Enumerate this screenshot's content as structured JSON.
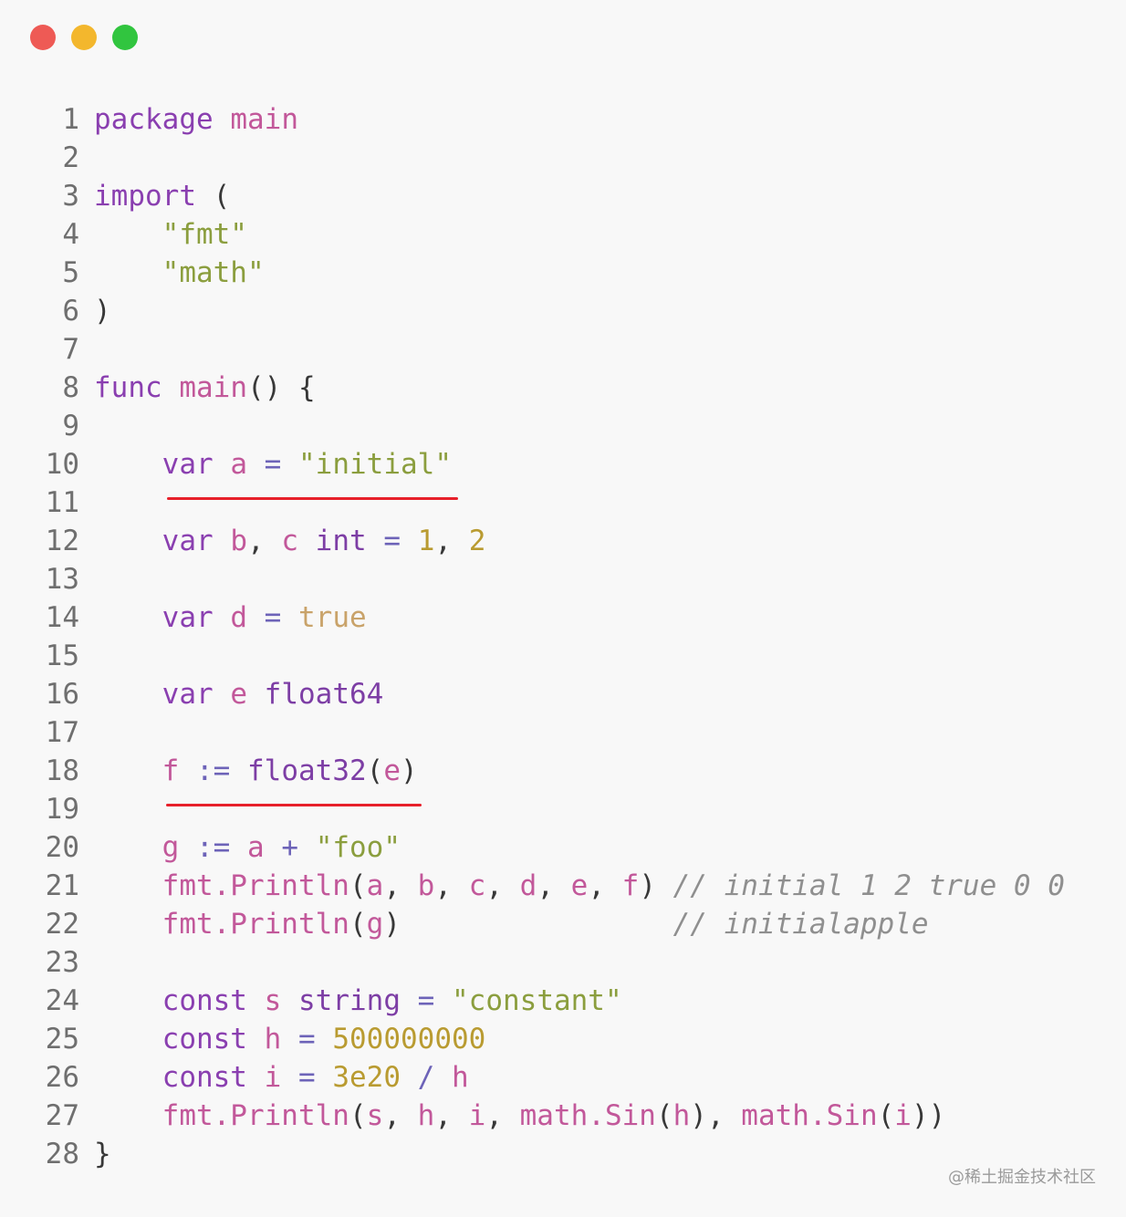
{
  "window": {
    "traffic_lights": [
      {
        "name": "close",
        "color": "#ee5a55"
      },
      {
        "name": "minimize",
        "color": "#f3b72d"
      },
      {
        "name": "maximize",
        "color": "#31c53f"
      }
    ]
  },
  "colors": {
    "keyword": "#8a3fb0",
    "identifier": "#c2589a",
    "string": "#8b9e3e",
    "number": "#b99b31",
    "comment": "#8f8f8f",
    "underline": "#e7202a"
  },
  "code": {
    "lines": [
      {
        "num": "1",
        "parts": [
          {
            "t": "package",
            "c": "kw"
          },
          {
            "t": " "
          },
          {
            "t": "main",
            "c": "id"
          }
        ]
      },
      {
        "num": "2",
        "parts": []
      },
      {
        "num": "3",
        "parts": [
          {
            "t": "import",
            "c": "kw"
          },
          {
            "t": " ("
          }
        ]
      },
      {
        "num": "4",
        "parts": [
          {
            "t": "    "
          },
          {
            "t": "\"fmt\"",
            "c": "str"
          }
        ]
      },
      {
        "num": "5",
        "parts": [
          {
            "t": "    "
          },
          {
            "t": "\"math\"",
            "c": "str"
          }
        ]
      },
      {
        "num": "6",
        "parts": [
          {
            "t": ")"
          }
        ]
      },
      {
        "num": "7",
        "parts": []
      },
      {
        "num": "8",
        "parts": [
          {
            "t": "func",
            "c": "kw"
          },
          {
            "t": " "
          },
          {
            "t": "main",
            "c": "id"
          },
          {
            "t": "() {"
          }
        ]
      },
      {
        "num": "9",
        "parts": []
      },
      {
        "num": "10",
        "parts": [
          {
            "t": "    "
          },
          {
            "t": "var",
            "c": "kw"
          },
          {
            "t": " "
          },
          {
            "t": "a",
            "c": "id"
          },
          {
            "t": " "
          },
          {
            "t": "=",
            "c": "op"
          },
          {
            "t": " "
          },
          {
            "t": "\"initial\"",
            "c": "str"
          }
        ]
      },
      {
        "num": "11",
        "parts": []
      },
      {
        "num": "12",
        "parts": [
          {
            "t": "    "
          },
          {
            "t": "var",
            "c": "kw"
          },
          {
            "t": " "
          },
          {
            "t": "b",
            "c": "id"
          },
          {
            "t": ", "
          },
          {
            "t": "c",
            "c": "id"
          },
          {
            "t": " "
          },
          {
            "t": "int",
            "c": "type"
          },
          {
            "t": " "
          },
          {
            "t": "=",
            "c": "op"
          },
          {
            "t": " "
          },
          {
            "t": "1",
            "c": "num"
          },
          {
            "t": ", "
          },
          {
            "t": "2",
            "c": "num"
          }
        ]
      },
      {
        "num": "13",
        "parts": []
      },
      {
        "num": "14",
        "parts": [
          {
            "t": "    "
          },
          {
            "t": "var",
            "c": "kw"
          },
          {
            "t": " "
          },
          {
            "t": "d",
            "c": "id"
          },
          {
            "t": " "
          },
          {
            "t": "=",
            "c": "op"
          },
          {
            "t": " "
          },
          {
            "t": "true",
            "c": "bool"
          }
        ]
      },
      {
        "num": "15",
        "parts": []
      },
      {
        "num": "16",
        "parts": [
          {
            "t": "    "
          },
          {
            "t": "var",
            "c": "kw"
          },
          {
            "t": " "
          },
          {
            "t": "e",
            "c": "id"
          },
          {
            "t": " "
          },
          {
            "t": "float64",
            "c": "type"
          }
        ]
      },
      {
        "num": "17",
        "parts": []
      },
      {
        "num": "18",
        "parts": [
          {
            "t": "    "
          },
          {
            "t": "f",
            "c": "id"
          },
          {
            "t": " "
          },
          {
            "t": ":=",
            "c": "op"
          },
          {
            "t": " "
          },
          {
            "t": "float32",
            "c": "type"
          },
          {
            "t": "("
          },
          {
            "t": "e",
            "c": "id"
          },
          {
            "t": ")"
          }
        ]
      },
      {
        "num": "19",
        "parts": []
      },
      {
        "num": "20",
        "parts": [
          {
            "t": "    "
          },
          {
            "t": "g",
            "c": "id"
          },
          {
            "t": " "
          },
          {
            "t": ":=",
            "c": "op"
          },
          {
            "t": " "
          },
          {
            "t": "a",
            "c": "id"
          },
          {
            "t": " "
          },
          {
            "t": "+",
            "c": "op"
          },
          {
            "t": " "
          },
          {
            "t": "\"foo\"",
            "c": "str"
          }
        ]
      },
      {
        "num": "21",
        "parts": [
          {
            "t": "    "
          },
          {
            "t": "fmt.Println",
            "c": "fn"
          },
          {
            "t": "("
          },
          {
            "t": "a",
            "c": "id"
          },
          {
            "t": ", "
          },
          {
            "t": "b",
            "c": "id"
          },
          {
            "t": ", "
          },
          {
            "t": "c",
            "c": "id"
          },
          {
            "t": ", "
          },
          {
            "t": "d",
            "c": "id"
          },
          {
            "t": ", "
          },
          {
            "t": "e",
            "c": "id"
          },
          {
            "t": ", "
          },
          {
            "t": "f",
            "c": "id"
          },
          {
            "t": ") "
          },
          {
            "t": "// initial 1 2 true 0 0",
            "c": "cmt"
          }
        ]
      },
      {
        "num": "22",
        "parts": [
          {
            "t": "    "
          },
          {
            "t": "fmt.Println",
            "c": "fn"
          },
          {
            "t": "("
          },
          {
            "t": "g",
            "c": "id"
          },
          {
            "t": ")                "
          },
          {
            "t": "// initialapple",
            "c": "cmt"
          }
        ]
      },
      {
        "num": "23",
        "parts": []
      },
      {
        "num": "24",
        "parts": [
          {
            "t": "    "
          },
          {
            "t": "const",
            "c": "kw"
          },
          {
            "t": " "
          },
          {
            "t": "s",
            "c": "id"
          },
          {
            "t": " "
          },
          {
            "t": "string",
            "c": "type"
          },
          {
            "t": " "
          },
          {
            "t": "=",
            "c": "op"
          },
          {
            "t": " "
          },
          {
            "t": "\"constant\"",
            "c": "str"
          }
        ]
      },
      {
        "num": "25",
        "parts": [
          {
            "t": "    "
          },
          {
            "t": "const",
            "c": "kw"
          },
          {
            "t": " "
          },
          {
            "t": "h",
            "c": "id"
          },
          {
            "t": " "
          },
          {
            "t": "=",
            "c": "op"
          },
          {
            "t": " "
          },
          {
            "t": "500000000",
            "c": "num"
          }
        ]
      },
      {
        "num": "26",
        "parts": [
          {
            "t": "    "
          },
          {
            "t": "const",
            "c": "kw"
          },
          {
            "t": " "
          },
          {
            "t": "i",
            "c": "id"
          },
          {
            "t": " "
          },
          {
            "t": "=",
            "c": "op"
          },
          {
            "t": " "
          },
          {
            "t": "3e20",
            "c": "num"
          },
          {
            "t": " "
          },
          {
            "t": "/",
            "c": "op"
          },
          {
            "t": " "
          },
          {
            "t": "h",
            "c": "id"
          }
        ]
      },
      {
        "num": "27",
        "parts": [
          {
            "t": "    "
          },
          {
            "t": "fmt.Println",
            "c": "fn"
          },
          {
            "t": "("
          },
          {
            "t": "s",
            "c": "id"
          },
          {
            "t": ", "
          },
          {
            "t": "h",
            "c": "id"
          },
          {
            "t": ", "
          },
          {
            "t": "i",
            "c": "id"
          },
          {
            "t": ", "
          },
          {
            "t": "math.Sin",
            "c": "fn"
          },
          {
            "t": "("
          },
          {
            "t": "h",
            "c": "id"
          },
          {
            "t": "), "
          },
          {
            "t": "math.Sin",
            "c": "fn"
          },
          {
            "t": "("
          },
          {
            "t": "i",
            "c": "id"
          },
          {
            "t": "))"
          }
        ]
      },
      {
        "num": "28",
        "parts": [
          {
            "t": "}"
          }
        ]
      }
    ]
  },
  "watermark": "@稀土掘金技术社区"
}
